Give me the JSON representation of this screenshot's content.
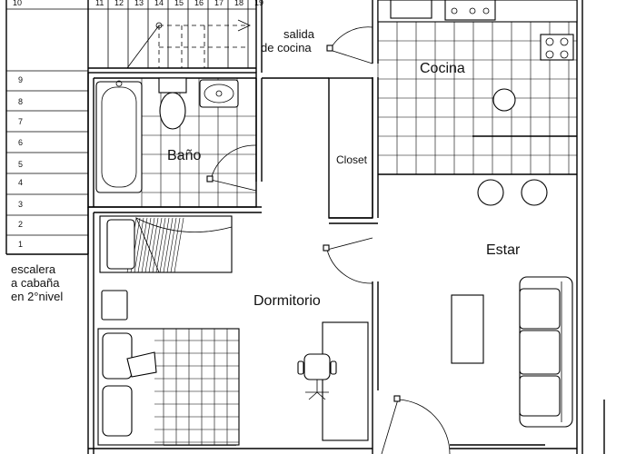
{
  "rooms": {
    "cocina": "Cocina",
    "bano": "Baño",
    "closet": "Closet",
    "estar": "Estar",
    "dormitorio": "Dormitorio"
  },
  "notes": {
    "salida_line1": "salida",
    "salida_line2": "de cocina",
    "escalera_line1": "escalera",
    "escalera_line2": "a cabaña",
    "escalera_line3": "en 2°nivel"
  },
  "stair_steps_left": [
    "10",
    "9",
    "8",
    "7",
    "6",
    "5",
    "4",
    "3",
    "2",
    "1"
  ],
  "stair_steps_top": [
    "11",
    "12",
    "13",
    "14",
    "15",
    "16",
    "17",
    "18",
    "19"
  ]
}
